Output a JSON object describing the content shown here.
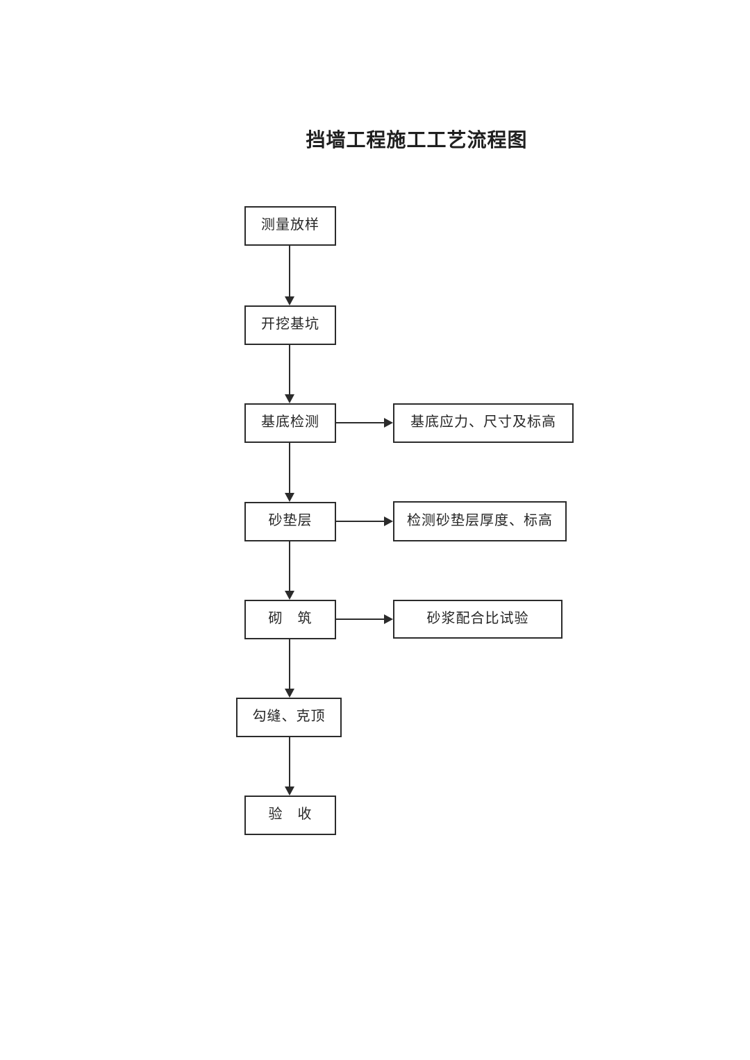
{
  "page": {
    "title": "挡墙工程施工工艺流程图"
  },
  "flowchart": {
    "main_steps": [
      {
        "label": "测量放样"
      },
      {
        "label": "开挖基坑"
      },
      {
        "label": "基底检测"
      },
      {
        "label": "砂垫层"
      },
      {
        "label": "砌　筑"
      },
      {
        "label": "勾缝、克顶"
      },
      {
        "label": "验　收"
      }
    ],
    "side_notes": [
      {
        "from": "基底检测",
        "label": "基底应力、尺寸及标高"
      },
      {
        "from": "砂垫层",
        "label": "检测砂垫层厚度、标高"
      },
      {
        "from": "砌　筑",
        "label": "砂浆配合比试验"
      }
    ],
    "colors": {
      "border": "#2b2b2b",
      "text": "#262626",
      "background": "#ffffff"
    }
  }
}
